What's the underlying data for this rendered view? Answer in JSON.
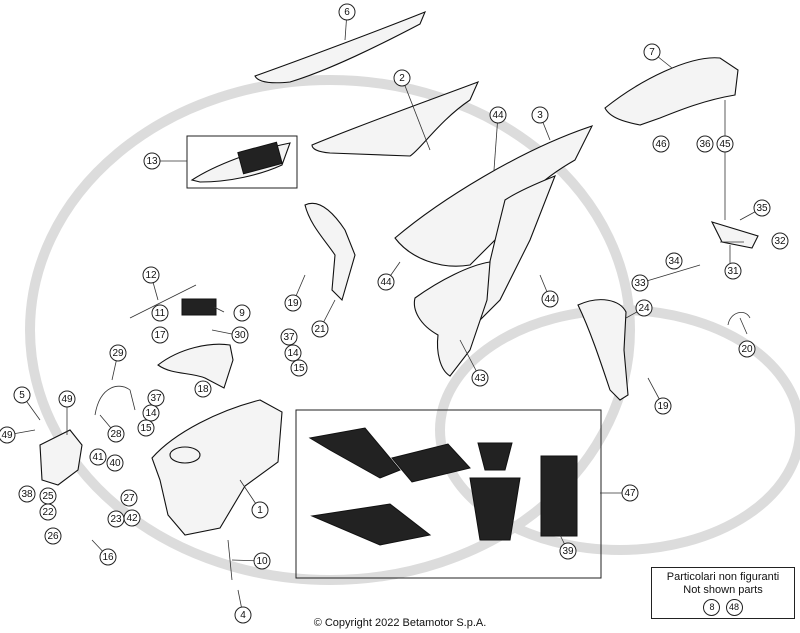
{
  "diagram": {
    "callouts": [
      {
        "label": "1"
      },
      {
        "label": "2"
      },
      {
        "label": "3"
      },
      {
        "label": "4"
      },
      {
        "label": "5"
      },
      {
        "label": "6"
      },
      {
        "label": "7"
      },
      {
        "label": "8"
      },
      {
        "label": "9"
      },
      {
        "label": "10"
      },
      {
        "label": "11"
      },
      {
        "label": "12"
      },
      {
        "label": "13"
      },
      {
        "label": "14"
      },
      {
        "label": "14"
      },
      {
        "label": "15"
      },
      {
        "label": "15"
      },
      {
        "label": "16"
      },
      {
        "label": "17"
      },
      {
        "label": "18"
      },
      {
        "label": "19"
      },
      {
        "label": "19"
      },
      {
        "label": "20"
      },
      {
        "label": "21"
      },
      {
        "label": "22"
      },
      {
        "label": "23"
      },
      {
        "label": "24"
      },
      {
        "label": "25"
      },
      {
        "label": "26"
      },
      {
        "label": "27"
      },
      {
        "label": "28"
      },
      {
        "label": "29"
      },
      {
        "label": "30"
      },
      {
        "label": "31"
      },
      {
        "label": "32"
      },
      {
        "label": "33"
      },
      {
        "label": "34"
      },
      {
        "label": "35"
      },
      {
        "label": "36"
      },
      {
        "label": "37"
      },
      {
        "label": "37"
      },
      {
        "label": "38"
      },
      {
        "label": "39"
      },
      {
        "label": "40"
      },
      {
        "label": "41"
      },
      {
        "label": "42"
      },
      {
        "label": "43"
      },
      {
        "label": "44"
      },
      {
        "label": "44"
      },
      {
        "label": "44"
      },
      {
        "label": "45"
      },
      {
        "label": "46"
      },
      {
        "label": "47"
      },
      {
        "label": "49"
      },
      {
        "label": "49"
      }
    ]
  },
  "not_shown": {
    "title": "Particolari non figuranti",
    "subtitle": "Not shown parts",
    "refs": [
      "8",
      "48"
    ]
  },
  "copyright": "© Copyright 2022 Betamotor S.p.A.",
  "colors": {
    "line": "#111111",
    "watermark": "#dcdcdc",
    "background": "#ffffff"
  }
}
